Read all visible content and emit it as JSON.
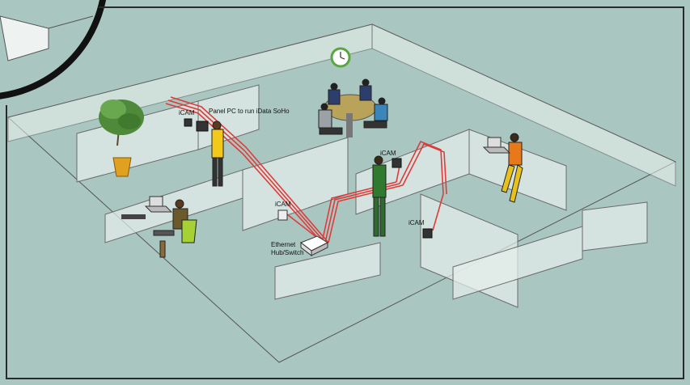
{
  "labels": {
    "icam_office": "iCAM",
    "panel_pc": "Panel PC to run iData SoHo",
    "icam_meeting": "iCAM",
    "icam_hall": "iCAM",
    "icam_right": "iCAM",
    "ethernet_line1": "Ethernet",
    "ethernet_line2": "Hub/Switch"
  },
  "colors": {
    "background": "#a9c7c0",
    "floor": "#a9c7c0",
    "wall_stroke": "#555555",
    "wall_fill": "#eef3f1",
    "cable": "#e03a3a",
    "frame": "#2a2a2a"
  },
  "icons": [
    "plant-icon",
    "clock-icon",
    "laptop-icon",
    "camera-icon",
    "network-switch-icon",
    "person-icon",
    "chair-icon"
  ]
}
